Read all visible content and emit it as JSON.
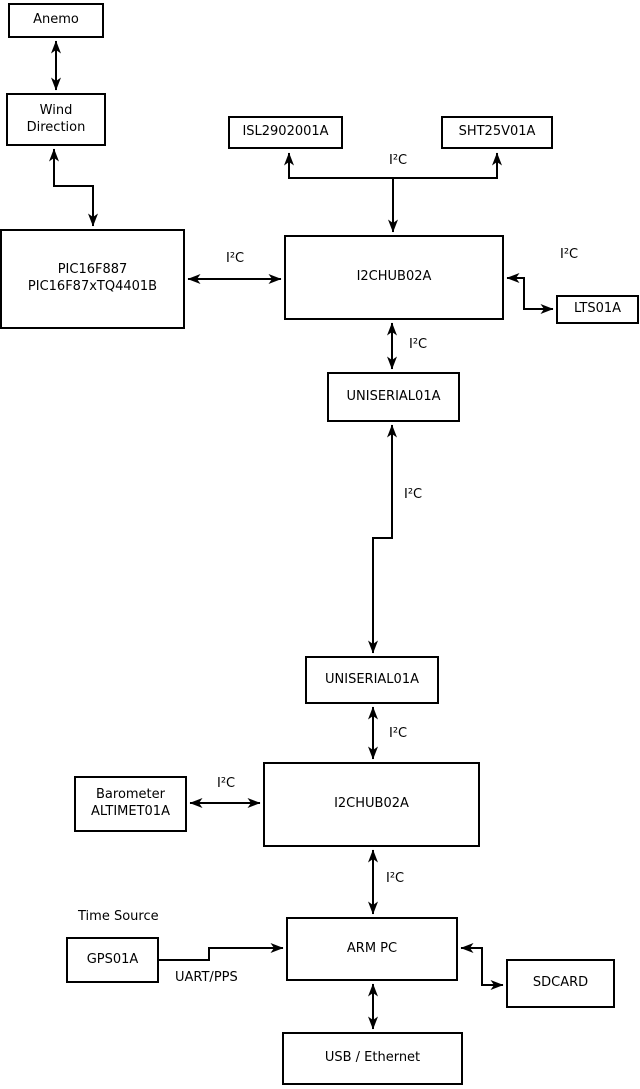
{
  "diagram": {
    "nodes": {
      "anemo": {
        "label": "Anemo"
      },
      "wind_direction": {
        "label": "Wind\nDirection"
      },
      "pic": {
        "label": "PIC16F887\nPIC16F87xTQ4401B"
      },
      "isl": {
        "label": "ISL2902001A"
      },
      "sht": {
        "label": "SHT25V01A"
      },
      "i2chub_top": {
        "label": "I2CHUB02A"
      },
      "lts": {
        "label": "LTS01A"
      },
      "uniserial_top": {
        "label": "UNISERIAL01A"
      },
      "uniserial_bottom": {
        "label": "UNISERIAL01A"
      },
      "barometer": {
        "label": "Barometer\nALTIMET01A"
      },
      "i2chub_bottom": {
        "label": "I2CHUB02A"
      },
      "gps": {
        "label": "GPS01A"
      },
      "arm_pc": {
        "label": "ARM PC"
      },
      "sdcard": {
        "label": "SDCARD"
      },
      "usb_ethernet": {
        "label": "USB / Ethernet"
      }
    },
    "labels": {
      "i2c_sensor_bus": "I²C",
      "i2c_pic_hub": "I²C",
      "i2c_hub_lts": "I²C",
      "i2c_hub_uniserial": "I²C",
      "i2c_uniserial_link": "I²C",
      "i2c_uniserial_hub2": "I²C",
      "i2c_barometer_hub2": "I²C",
      "i2c_hub2_armpc": "I²C",
      "time_source": "Time Source",
      "uart_pps": "UART/PPS"
    },
    "colors": {
      "line": "#000000",
      "box_fill": "#ffffff",
      "background": "#ffffff"
    }
  }
}
